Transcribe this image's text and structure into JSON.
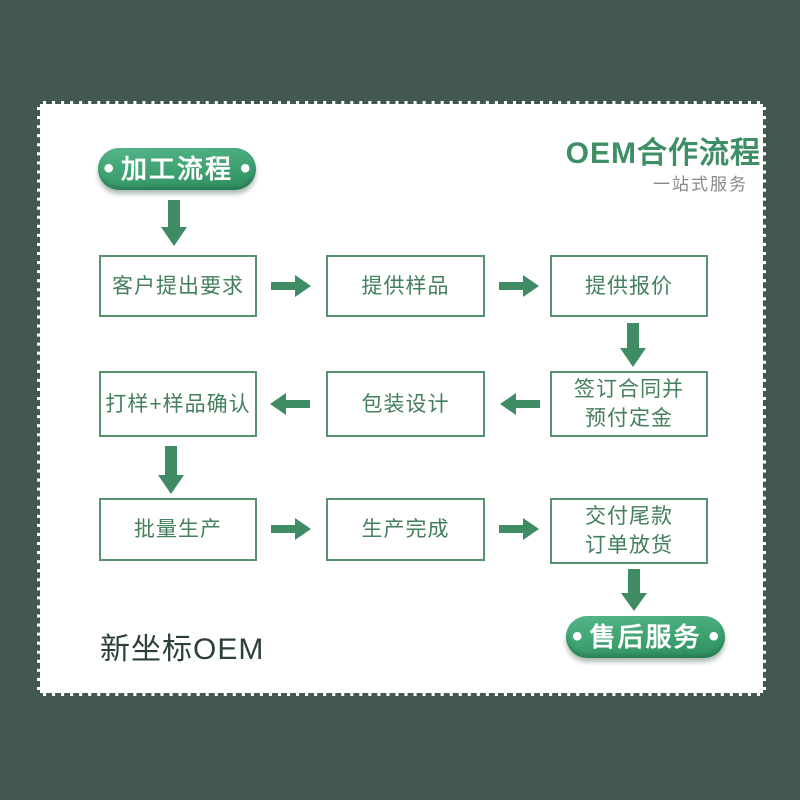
{
  "header": {
    "title": "OEM合作流程",
    "subtitle": "一站式服务"
  },
  "badges": {
    "dot": "•",
    "start": "加工流程",
    "end": "售后服务"
  },
  "flow": {
    "r1c1": "客户提出要求",
    "r1c2": "提供样品",
    "r1c3": "提供报价",
    "r2c1": "打样+样品确认",
    "r2c2": "包装设计",
    "r2c3_line1": "签订合同并",
    "r2c3_line2": "预付定金",
    "r3c1": "批量生产",
    "r3c2": "生产完成",
    "r3c3_line1": "交付尾款",
    "r3c3_line2": "订单放货"
  },
  "footer": {
    "brand": "新坐标OEM"
  },
  "colors": {
    "background": "#43594f",
    "box_border_green": "#57926f",
    "box_text_green": "#447f5e",
    "arrow_green": "#3f8b64",
    "badge_gradient_top": "#55b689",
    "badge_gradient_bottom": "#2e8d60",
    "title_green": "#3e8e66",
    "subtitle_gray": "#878787",
    "brand_dark": "#2b4036"
  }
}
